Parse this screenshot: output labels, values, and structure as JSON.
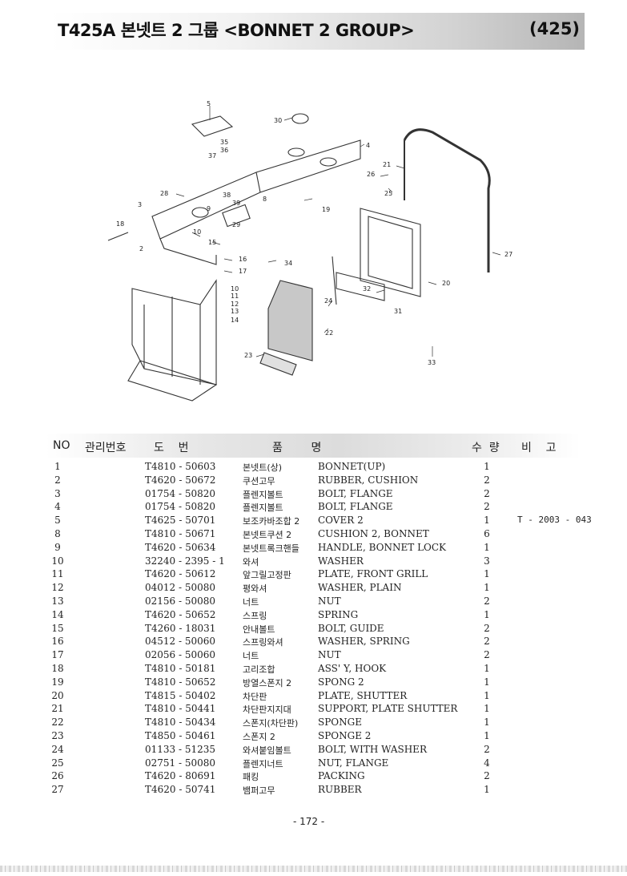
{
  "header": {
    "title": "T425A 본넷트 2 그룹 <BONNET 2 GROUP>",
    "page_code": "(425)"
  },
  "diagram": {
    "callouts": [
      "5",
      "30",
      "35",
      "36",
      "37",
      "4",
      "21",
      "26",
      "25",
      "28",
      "38",
      "39",
      "3",
      "8",
      "19",
      "9",
      "10",
      "29",
      "18",
      "15",
      "2",
      "16",
      "17",
      "34",
      "27",
      "10",
      "11",
      "12",
      "13",
      "14",
      "32",
      "24",
      "31",
      "20",
      "22",
      "23",
      "33"
    ]
  },
  "table": {
    "headers": {
      "no": "NO",
      "code": "관리번호",
      "drawing": "도    번",
      "part_name": "품        명",
      "qty": "수  량",
      "note": "비    고"
    },
    "rows": [
      {
        "no": "1",
        "code": "T4810 - 50603",
        "kr": "본넷트(상)",
        "en": "BONNET(UP)",
        "qty": "1",
        "note": ""
      },
      {
        "no": "2",
        "code": "T4620 - 50672",
        "kr": "쿠션고무",
        "en": "RUBBER, CUSHION",
        "qty": "2",
        "note": ""
      },
      {
        "no": "3",
        "code": "01754 - 50820",
        "kr": "플렌지볼트",
        "en": "BOLT, FLANGE",
        "qty": "2",
        "note": ""
      },
      {
        "no": "4",
        "code": "01754 - 50820",
        "kr": "플렌지볼트",
        "en": "BOLT, FLANGE",
        "qty": "2",
        "note": ""
      },
      {
        "no": "5",
        "code": "T4625 - 50701",
        "kr": "보조카바조합 2",
        "en": "COVER 2",
        "qty": "1",
        "note": "T - 2003 - 043"
      },
      {
        "no": "8",
        "code": "T4810 - 50671",
        "kr": "본넷트쿠션 2",
        "en": "CUSHION 2, BONNET",
        "qty": "6",
        "note": ""
      },
      {
        "no": "9",
        "code": "T4620 - 50634",
        "kr": "본넷트록크핸들",
        "en": "HANDLE, BONNET LOCK",
        "qty": "1",
        "note": ""
      },
      {
        "no": "10",
        "code": "32240 - 2395 - 1",
        "kr": "와셔",
        "en": "WASHER",
        "qty": "3",
        "note": ""
      },
      {
        "no": "11",
        "code": "T4620 - 50612",
        "kr": "앞그릴고정판",
        "en": "PLATE, FRONT GRILL",
        "qty": "1",
        "note": ""
      },
      {
        "no": "12",
        "code": "04012 - 50080",
        "kr": "평와셔",
        "en": "WASHER, PLAIN",
        "qty": "1",
        "note": ""
      },
      {
        "no": "13",
        "code": "02156 - 50080",
        "kr": "너트",
        "en": "NUT",
        "qty": "2",
        "note": ""
      },
      {
        "no": "14",
        "code": "T4620 - 50652",
        "kr": "스프링",
        "en": "SPRING",
        "qty": "1",
        "note": ""
      },
      {
        "no": "15",
        "code": "T4260 - 18031",
        "kr": "안내볼트",
        "en": "BOLT, GUIDE",
        "qty": "2",
        "note": ""
      },
      {
        "no": "16",
        "code": "04512 - 50060",
        "kr": "스프링와셔",
        "en": "WASHER, SPRING",
        "qty": "2",
        "note": ""
      },
      {
        "no": "17",
        "code": "02056 - 50060",
        "kr": "너트",
        "en": "NUT",
        "qty": "2",
        "note": ""
      },
      {
        "no": "18",
        "code": "T4810 - 50181",
        "kr": "고리조합",
        "en": "ASS' Y, HOOK",
        "qty": "1",
        "note": ""
      },
      {
        "no": "19",
        "code": "T4810 - 50652",
        "kr": "방열스폰지 2",
        "en": "SPONG 2",
        "qty": "1",
        "note": ""
      },
      {
        "no": "20",
        "code": "T4815 - 50402",
        "kr": "차단판",
        "en": "PLATE, SHUTTER",
        "qty": "1",
        "note": ""
      },
      {
        "no": "21",
        "code": "T4810 - 50441",
        "kr": "차단판지지대",
        "en": "SUPPORT, PLATE SHUTTER",
        "qty": "1",
        "note": ""
      },
      {
        "no": "22",
        "code": "T4810 - 50434",
        "kr": "스폰지(차단판)",
        "en": "SPONGE",
        "qty": "1",
        "note": ""
      },
      {
        "no": "23",
        "code": "T4850 - 50461",
        "kr": "스폰지 2",
        "en": "SPONGE 2",
        "qty": "1",
        "note": ""
      },
      {
        "no": "24",
        "code": "01133 - 51235",
        "kr": "와셔붙임볼트",
        "en": "BOLT, WITH WASHER",
        "qty": "2",
        "note": ""
      },
      {
        "no": "25",
        "code": "02751 - 50080",
        "kr": "플렌지너트",
        "en": "NUT, FLANGE",
        "qty": "4",
        "note": ""
      },
      {
        "no": "26",
        "code": "T4620 - 80691",
        "kr": "패킹",
        "en": "PACKING",
        "qty": "2",
        "note": ""
      },
      {
        "no": "27",
        "code": "T4620 - 50741",
        "kr": "뱀퍼고무",
        "en": "RUBBER",
        "qty": "1",
        "note": ""
      }
    ]
  },
  "footer": {
    "page_number": "- 172 -"
  }
}
